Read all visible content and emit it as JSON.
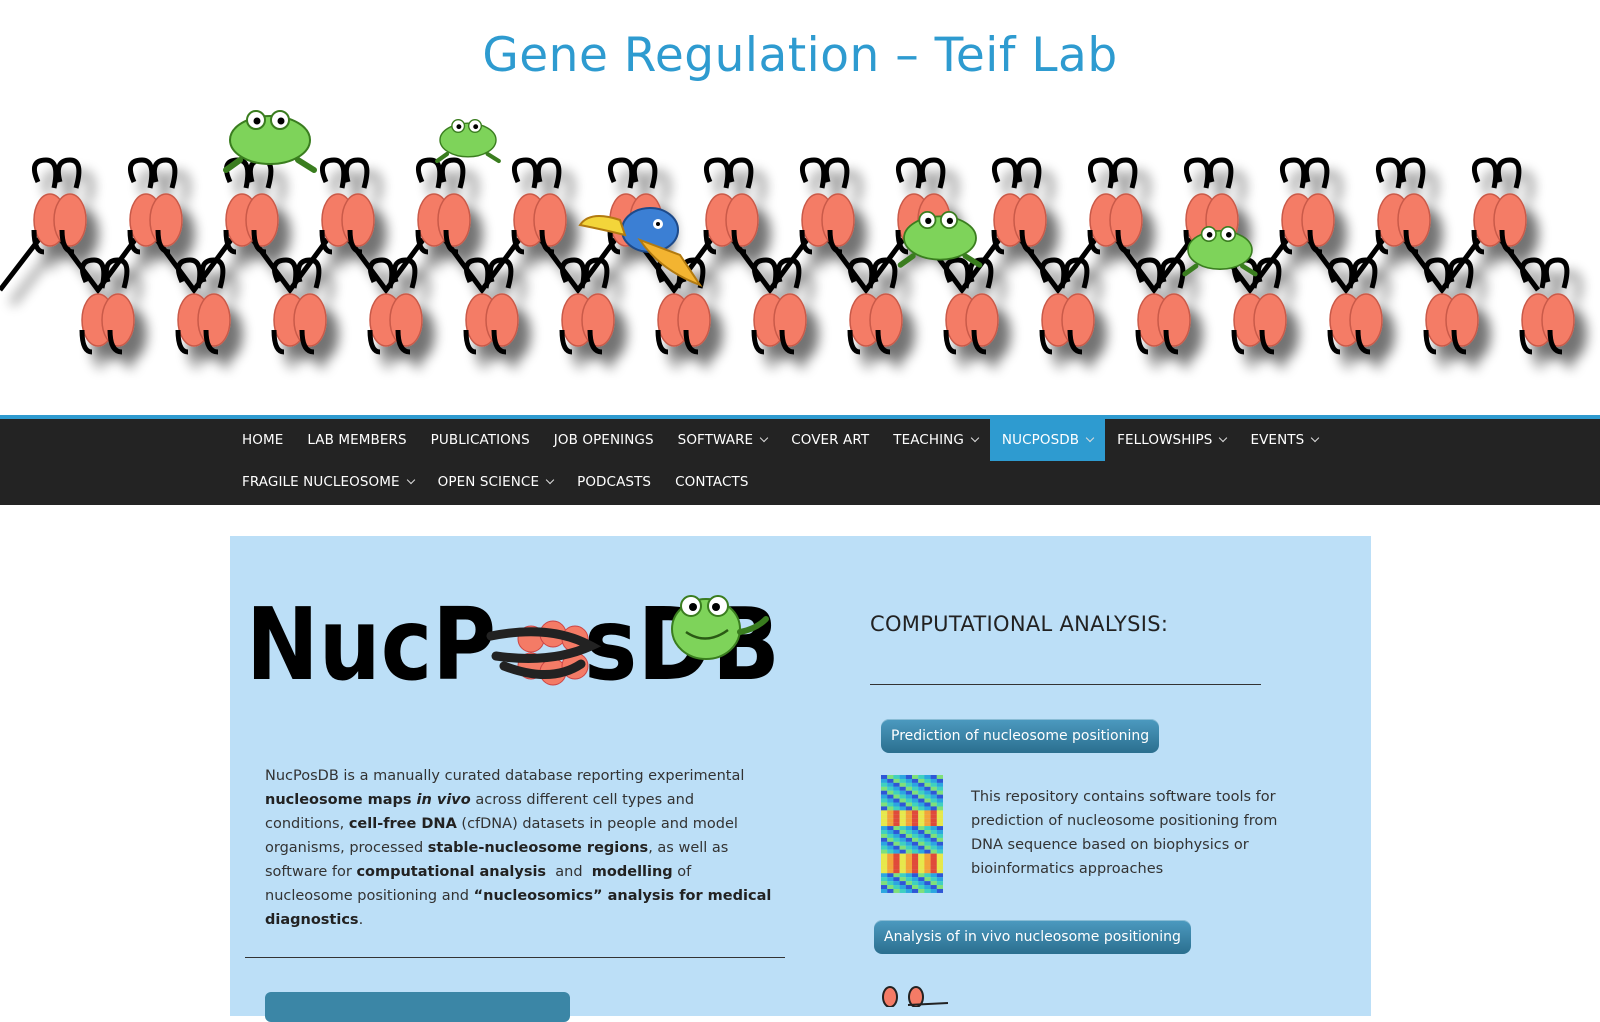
{
  "site": {
    "title": "Gene Regulation – Teif Lab"
  },
  "nav": {
    "row1": [
      {
        "label": "HOME",
        "dropdown": false
      },
      {
        "label": "LAB MEMBERS",
        "dropdown": false
      },
      {
        "label": "PUBLICATIONS",
        "dropdown": false
      },
      {
        "label": "JOB OPENINGS",
        "dropdown": false
      },
      {
        "label": "SOFTWARE",
        "dropdown": true
      },
      {
        "label": "COVER ART",
        "dropdown": false
      },
      {
        "label": "TEACHING",
        "dropdown": true
      },
      {
        "label": "NUCPOSDB",
        "dropdown": true,
        "active": true
      },
      {
        "label": "FELLOWSHIPS",
        "dropdown": true
      },
      {
        "label": "EVENTS",
        "dropdown": true
      }
    ],
    "row2": [
      {
        "label": "FRAGILE NUCLEOSOME",
        "dropdown": true
      },
      {
        "label": "OPEN SCIENCE",
        "dropdown": true
      },
      {
        "label": "PODCASTS",
        "dropdown": false
      },
      {
        "label": "CONTACTS",
        "dropdown": false
      }
    ]
  },
  "logo": {
    "text_left": "NucP",
    "text_right": "sDB"
  },
  "intro": {
    "t1": "NucPosDB is a manually curated database reporting experimental ",
    "b1": "nucleosome maps",
    "i1": " in vivo",
    "t2": " across different cell types and conditions, ",
    "b2": "cell-free DNA",
    "t3": " (cfDNA) datasets in people and model organisms, processed ",
    "b3": "stable-nucleosome regions",
    "t4": ", as well as software for ",
    "b4": "computational analysis",
    "t5": "  and  ",
    "b5": "modelling",
    "t6": " of nucleosome positioning and ",
    "b6": "“nucleosomics” analysis for medical diagnostics",
    "t7": "."
  },
  "computational": {
    "title": "COMPUTATIONAL ANALYSIS:",
    "button1": "Prediction of nucleosome positioning",
    "repo_text": "This repository contains software tools for prediction of nucleosome positioning from DNA sequence based on biophysics or bioinformatics approaches",
    "button2": "Analysis of in vivo nucleosome positioning"
  },
  "colors": {
    "accent": "#2e9bd0",
    "nav_bg": "#232323",
    "content_bg": "#bcdff7",
    "nucleosome": "#f47b66",
    "frog": "#7ed35a"
  }
}
